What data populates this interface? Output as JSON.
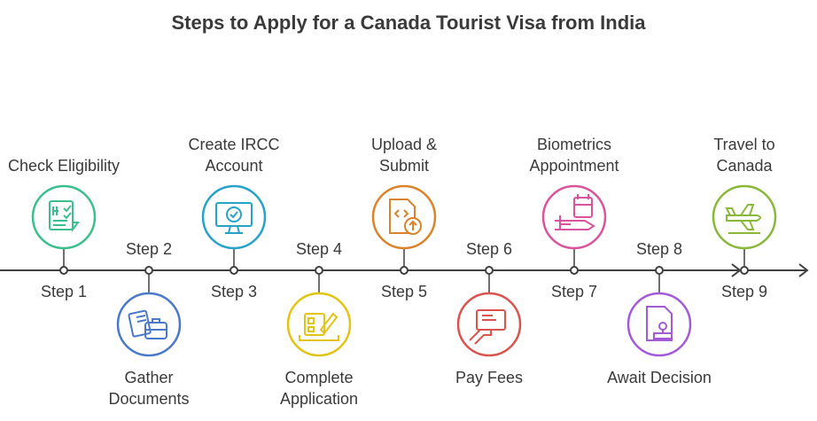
{
  "title": "Steps to Apply for a Canada Tourist Visa from India",
  "colors": {
    "line": "#3f3f3f",
    "step1": "#3bbf8c",
    "step2": "#4b79c9",
    "step3": "#27a3c8",
    "step4": "#e2c414",
    "step5": "#d9832b",
    "step6": "#d9534f",
    "step7": "#d9549c",
    "step8": "#a25bd6",
    "step9": "#8ab83a"
  },
  "steps": [
    {
      "step": "Step 1",
      "label_lines": [
        "Check Eligibility"
      ],
      "icon": "checklist-icon"
    },
    {
      "step": "Step 2",
      "label_lines": [
        "Gather",
        "Documents"
      ],
      "icon": "briefcase-documents-icon"
    },
    {
      "step": "Step 3",
      "label_lines": [
        "Create IRCC",
        "Account"
      ],
      "icon": "computer-check-icon"
    },
    {
      "step": "Step 4",
      "label_lines": [
        "Complete",
        "Application"
      ],
      "icon": "form-pencil-icon"
    },
    {
      "step": "Step 5",
      "label_lines": [
        "Upload &",
        "Submit"
      ],
      "icon": "file-upload-icon"
    },
    {
      "step": "Step 6",
      "label_lines": [
        "Pay Fees"
      ],
      "icon": "card-payment-icon"
    },
    {
      "step": "Step 7",
      "label_lines": [
        "Biometrics",
        "Appointment"
      ],
      "icon": "fingerprint-calendar-icon"
    },
    {
      "step": "Step 8",
      "label_lines": [
        "Await Decision"
      ],
      "icon": "document-stamp-icon"
    },
    {
      "step": "Step 9",
      "label_lines": [
        "Travel to",
        "Canada"
      ],
      "icon": "airplane-icon"
    }
  ]
}
